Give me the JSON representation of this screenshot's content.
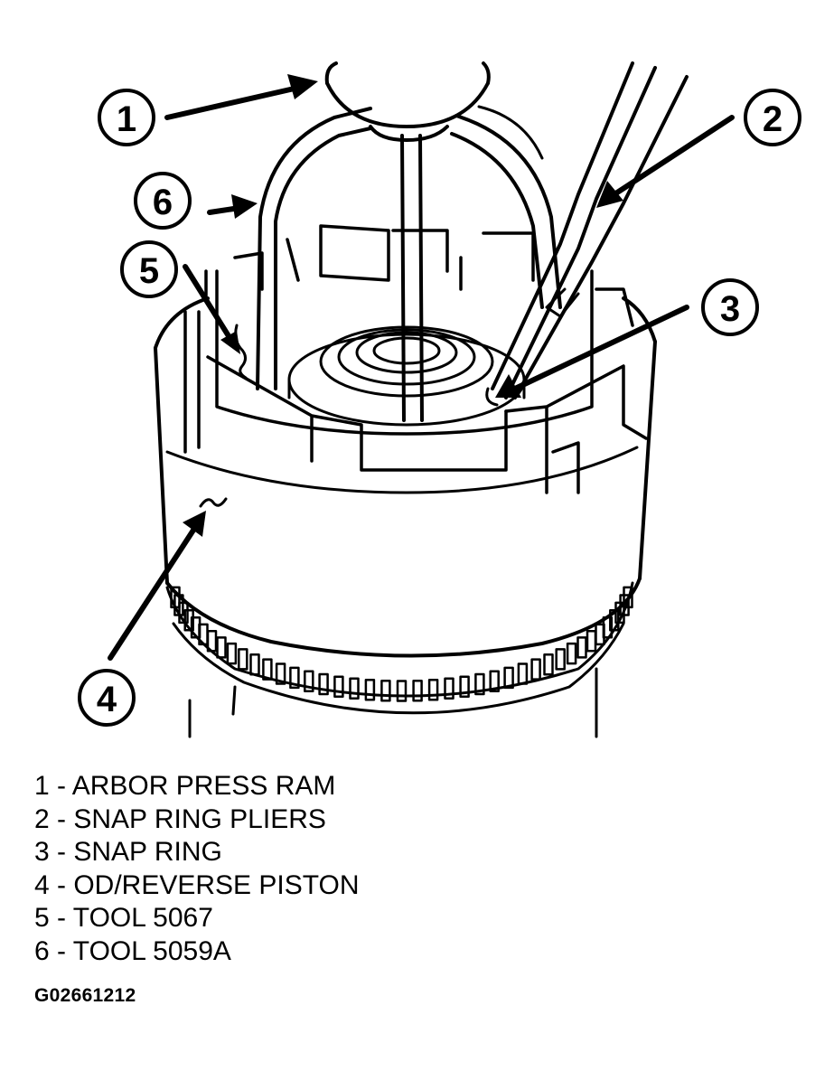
{
  "callouts": [
    {
      "num": "1",
      "label": "ARBOR PRESS RAM"
    },
    {
      "num": "2",
      "label": "SNAP RING PLIERS"
    },
    {
      "num": "3",
      "label": "SNAP RING"
    },
    {
      "num": "4",
      "label": "OD/REVERSE PISTON"
    },
    {
      "num": "5",
      "label": "TOOL 5067"
    },
    {
      "num": "6",
      "label": "TOOL 5059A"
    }
  ],
  "legend": [
    "1 - ARBOR PRESS RAM",
    "2 - SNAP RING PLIERS",
    "3 - SNAP RING",
    "4 - OD/REVERSE PISTON",
    "5 - TOOL 5067",
    "6 - TOOL 5059A"
  ],
  "figure_id": "G02661212",
  "colors": {
    "ink": "#000000",
    "paper": "#ffffff"
  }
}
